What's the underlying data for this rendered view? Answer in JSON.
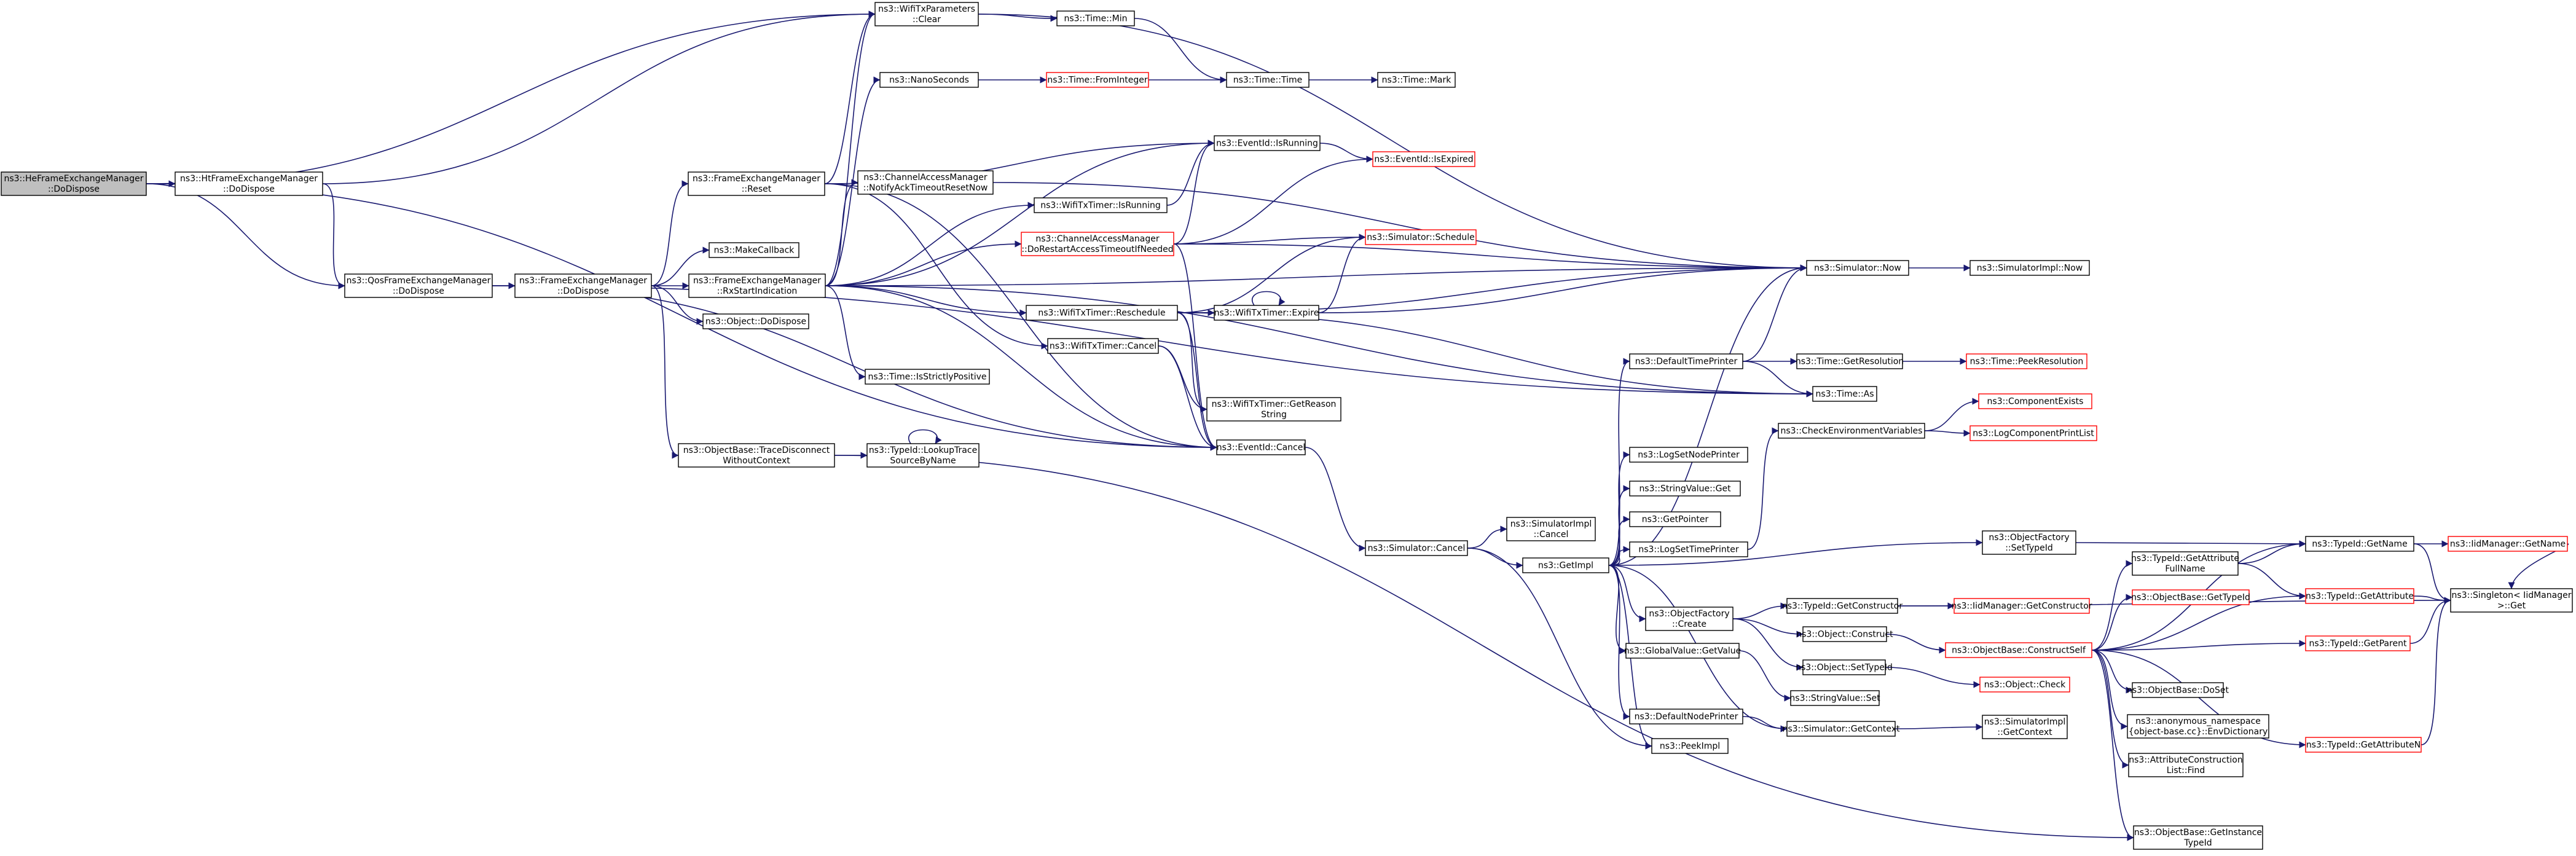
{
  "colors": {
    "edge": "#191970",
    "node_border": "#000000",
    "node_border_truncated": "#ff0000",
    "node_fill": "#ffffff",
    "root_fill": "#bfbfbf",
    "text": "#000000"
  },
  "nodes": [
    {
      "id": "n1",
      "lines": [
        "ns3::HeFrameExchangeManager",
        "::DoDispose"
      ],
      "root": true
    },
    {
      "id": "n2",
      "lines": [
        "ns3::HtFrameExchangeManager",
        "::DoDispose"
      ]
    },
    {
      "id": "n3",
      "lines": [
        "ns3::WifiTxParameters",
        "::Clear"
      ]
    },
    {
      "id": "n4",
      "lines": [
        "ns3::QosFrameExchangeManager",
        "::DoDispose"
      ]
    },
    {
      "id": "n5",
      "lines": [
        "ns3::EventId::Cancel"
      ]
    },
    {
      "id": "n6",
      "lines": [
        "ns3::Simulator::Now"
      ]
    },
    {
      "id": "n7",
      "lines": [
        "ns3::Time::As"
      ]
    },
    {
      "id": "n8",
      "lines": [
        "ns3::Time::Min"
      ]
    },
    {
      "id": "n9",
      "lines": [
        "ns3::Time::Time"
      ]
    },
    {
      "id": "n10",
      "lines": [
        "ns3::Time::Mark"
      ]
    },
    {
      "id": "n11",
      "lines": [
        "ns3::NanoSeconds"
      ]
    },
    {
      "id": "n12",
      "lines": [
        "ns3::Time::FromInteger"
      ],
      "truncated": true
    },
    {
      "id": "n13",
      "lines": [
        "ns3::FrameExchangeManager",
        "::Reset"
      ]
    },
    {
      "id": "n14",
      "lines": [
        "ns3::ChannelAccessManager",
        "::NotifyAckTimeoutResetNow"
      ]
    },
    {
      "id": "n15",
      "lines": [
        "ns3::EventId::IsRunning"
      ]
    },
    {
      "id": "n16",
      "lines": [
        "ns3::EventId::IsExpired"
      ],
      "truncated": true
    },
    {
      "id": "n17",
      "lines": [
        "ns3::WifiTxTimer::IsRunning"
      ]
    },
    {
      "id": "n18",
      "lines": [
        "ns3::ChannelAccessManager",
        "::DoRestartAccessTimeoutIfNeeded"
      ],
      "truncated": true
    },
    {
      "id": "n19",
      "lines": [
        "ns3::Simulator::Schedule"
      ],
      "truncated": true
    },
    {
      "id": "n20",
      "lines": [
        "ns3::MakeCallback"
      ]
    },
    {
      "id": "n21",
      "lines": [
        "ns3::FrameExchangeManager",
        "::DoDispose"
      ]
    },
    {
      "id": "n22",
      "lines": [
        "ns3::FrameExchangeManager",
        "::RxStartIndication"
      ]
    },
    {
      "id": "n23",
      "lines": [
        "ns3::Object::DoDispose"
      ]
    },
    {
      "id": "n24",
      "lines": [
        "ns3::WifiTxTimer::Reschedule"
      ]
    },
    {
      "id": "n25",
      "lines": [
        "ns3::WifiTxTimer::Expire"
      ]
    },
    {
      "id": "n26",
      "lines": [
        "ns3::SimulatorImpl::Now"
      ]
    },
    {
      "id": "n27",
      "lines": [
        "ns3::WifiTxTimer::Cancel"
      ]
    },
    {
      "id": "n28",
      "lines": [
        "ns3::WifiTxTimer::GetReason",
        "String"
      ]
    },
    {
      "id": "n29",
      "lines": [
        "ns3::Time::IsStrictlyPositive"
      ]
    },
    {
      "id": "n30",
      "lines": [
        "ns3::DefaultTimePrinter"
      ]
    },
    {
      "id": "n31",
      "lines": [
        "ns3::Time::GetResolution"
      ]
    },
    {
      "id": "n32",
      "lines": [
        "ns3::Time::PeekResolution"
      ],
      "truncated": true
    },
    {
      "id": "n33",
      "lines": [
        "ns3::ComponentExists"
      ],
      "truncated": true
    },
    {
      "id": "n34",
      "lines": [
        "ns3::CheckEnvironmentVariables"
      ]
    },
    {
      "id": "n35",
      "lines": [
        "ns3::LogComponentPrintList"
      ],
      "truncated": true
    },
    {
      "id": "n36",
      "lines": [
        "ns3::ObjectBase::TraceDisconnect",
        "WithoutContext"
      ]
    },
    {
      "id": "n37",
      "lines": [
        "ns3::TypeId::LookupTrace",
        "SourceByName"
      ]
    },
    {
      "id": "n38",
      "lines": [
        "ns3::LogSetNodePrinter"
      ]
    },
    {
      "id": "n39",
      "lines": [
        "ns3::StringValue::Get"
      ]
    },
    {
      "id": "n40",
      "lines": [
        "ns3::GetPointer"
      ]
    },
    {
      "id": "n41",
      "lines": [
        "ns3::Simulator::Cancel"
      ]
    },
    {
      "id": "n42",
      "lines": [
        "ns3::SimulatorImpl",
        "::Cancel"
      ]
    },
    {
      "id": "n43",
      "lines": [
        "ns3::GetImpl"
      ]
    },
    {
      "id": "n44",
      "lines": [
        "ns3::LogSetTimePrinter"
      ]
    },
    {
      "id": "n45",
      "lines": [
        "ns3::ObjectFactory",
        "::SetTypeId"
      ]
    },
    {
      "id": "n46",
      "lines": [
        "ns3::TypeId::GetName"
      ]
    },
    {
      "id": "n47",
      "lines": [
        "ns3::IidManager::GetName"
      ],
      "truncated": true
    },
    {
      "id": "n48",
      "lines": [
        "ns3::Singleton< IidManager",
        ">::Get"
      ]
    },
    {
      "id": "n49",
      "lines": [
        "ns3::TypeId::GetAttribute",
        "FullName"
      ]
    },
    {
      "id": "n50",
      "lines": [
        "ns3::ObjectBase::GetTypeId"
      ],
      "truncated": true
    },
    {
      "id": "n51",
      "lines": [
        "ns3::TypeId::GetAttribute"
      ],
      "truncated": true
    },
    {
      "id": "n52",
      "lines": [
        "ns3::ObjectFactory",
        "::Create"
      ]
    },
    {
      "id": "n53",
      "lines": [
        "ns3::TypeId::GetConstructor"
      ]
    },
    {
      "id": "n54",
      "lines": [
        "ns3::IidManager::GetConstructor"
      ],
      "truncated": true
    },
    {
      "id": "n55",
      "lines": [
        "ns3::Object::Construct"
      ]
    },
    {
      "id": "n56",
      "lines": [
        "ns3::ObjectBase::ConstructSelf"
      ],
      "truncated": true
    },
    {
      "id": "n57",
      "lines": [
        "ns3::TypeId::GetParent"
      ],
      "truncated": true
    },
    {
      "id": "n58",
      "lines": [
        "ns3::GlobalValue::GetValue"
      ]
    },
    {
      "id": "n59",
      "lines": [
        "ns3::Object::SetTypeId"
      ]
    },
    {
      "id": "n60",
      "lines": [
        "ns3::Object::Check"
      ],
      "truncated": true
    },
    {
      "id": "n61",
      "lines": [
        "ns3::ObjectBase::DoSet"
      ]
    },
    {
      "id": "n62",
      "lines": [
        "ns3::StringValue::Set"
      ]
    },
    {
      "id": "n63",
      "lines": [
        "ns3::anonymous_namespace",
        "{object-base.cc}::EnvDictionary"
      ]
    },
    {
      "id": "n64",
      "lines": [
        "ns3::DefaultNodePrinter"
      ]
    },
    {
      "id": "n65",
      "lines": [
        "ns3::Simulator::GetContext"
      ]
    },
    {
      "id": "n66",
      "lines": [
        "ns3::SimulatorImpl",
        "::GetContext"
      ]
    },
    {
      "id": "n67",
      "lines": [
        "ns3::PeekImpl"
      ]
    },
    {
      "id": "n68",
      "lines": [
        "ns3::AttributeConstruction",
        "List::Find"
      ]
    },
    {
      "id": "n69",
      "lines": [
        "ns3::TypeId::GetAttributeN"
      ],
      "truncated": true
    },
    {
      "id": "n70",
      "lines": [
        "ns3::ObjectBase::GetInstance",
        "TypeId"
      ]
    }
  ],
  "edges": [
    [
      "n1",
      "n2"
    ],
    [
      "n1",
      "n3"
    ],
    [
      "n1",
      "n4"
    ],
    [
      "n1",
      "n5"
    ],
    [
      "n2",
      "n3"
    ],
    [
      "n2",
      "n4"
    ],
    [
      "n3",
      "n8"
    ],
    [
      "n3",
      "n6"
    ],
    [
      "n8",
      "n9"
    ],
    [
      "n9",
      "n10"
    ],
    [
      "n11",
      "n12"
    ],
    [
      "n12",
      "n9"
    ],
    [
      "n4",
      "n21"
    ],
    [
      "n4",
      "n5"
    ],
    [
      "n4",
      "n7"
    ],
    [
      "n21",
      "n13"
    ],
    [
      "n21",
      "n20"
    ],
    [
      "n21",
      "n22"
    ],
    [
      "n21",
      "n23"
    ],
    [
      "n21",
      "n36"
    ],
    [
      "n13",
      "n3"
    ],
    [
      "n13",
      "n15"
    ],
    [
      "n13",
      "n27"
    ],
    [
      "n13",
      "n5"
    ],
    [
      "n22",
      "n11"
    ],
    [
      "n22",
      "n14"
    ],
    [
      "n22",
      "n15"
    ],
    [
      "n22",
      "n17"
    ],
    [
      "n22",
      "n18"
    ],
    [
      "n22",
      "n24"
    ],
    [
      "n22",
      "n29"
    ],
    [
      "n22",
      "n5"
    ],
    [
      "n22",
      "n6"
    ],
    [
      "n22",
      "n3"
    ],
    [
      "n22",
      "n7"
    ],
    [
      "n14",
      "n6"
    ],
    [
      "n17",
      "n15"
    ],
    [
      "n15",
      "n16"
    ],
    [
      "n18",
      "n15"
    ],
    [
      "n18",
      "n16"
    ],
    [
      "n18",
      "n19"
    ],
    [
      "n18",
      "n6"
    ],
    [
      "n18",
      "n5"
    ],
    [
      "n24",
      "n25"
    ],
    [
      "n24",
      "n19"
    ],
    [
      "n24",
      "n6"
    ],
    [
      "n24",
      "n7"
    ],
    [
      "n24",
      "n28"
    ],
    [
      "n24",
      "n5"
    ],
    [
      "n25",
      "n25"
    ],
    [
      "n25",
      "n19"
    ],
    [
      "n25",
      "n6"
    ],
    [
      "n27",
      "n5"
    ],
    [
      "n27",
      "n28"
    ],
    [
      "n6",
      "n26"
    ],
    [
      "n36",
      "n37"
    ],
    [
      "n37",
      "n37"
    ],
    [
      "n36",
      "n70"
    ],
    [
      "n5",
      "n41"
    ],
    [
      "n41",
      "n42"
    ],
    [
      "n41",
      "n43"
    ],
    [
      "n41",
      "n67"
    ],
    [
      "n43",
      "n30"
    ],
    [
      "n43",
      "n38"
    ],
    [
      "n43",
      "n39"
    ],
    [
      "n43",
      "n40"
    ],
    [
      "n43",
      "n44"
    ],
    [
      "n43",
      "n52"
    ],
    [
      "n43",
      "n58"
    ],
    [
      "n43",
      "n64"
    ],
    [
      "n43",
      "n65"
    ],
    [
      "n43",
      "n67"
    ],
    [
      "n43",
      "n6"
    ],
    [
      "n43",
      "n45"
    ],
    [
      "n30",
      "n6"
    ],
    [
      "n30",
      "n31"
    ],
    [
      "n30",
      "n7"
    ],
    [
      "n31",
      "n32"
    ],
    [
      "n44",
      "n34"
    ],
    [
      "n34",
      "n33"
    ],
    [
      "n34",
      "n35"
    ],
    [
      "n45",
      "n46"
    ],
    [
      "n46",
      "n47"
    ],
    [
      "n46",
      "n48"
    ],
    [
      "n47",
      "n48"
    ],
    [
      "n52",
      "n53"
    ],
    [
      "n52",
      "n55"
    ],
    [
      "n52",
      "n59"
    ],
    [
      "n53",
      "n54"
    ],
    [
      "n53",
      "n48"
    ],
    [
      "n55",
      "n56"
    ],
    [
      "n56",
      "n49"
    ],
    [
      "n56",
      "n50"
    ],
    [
      "n56",
      "n51"
    ],
    [
      "n56",
      "n57"
    ],
    [
      "n56",
      "n61"
    ],
    [
      "n56",
      "n63"
    ],
    [
      "n56",
      "n68"
    ],
    [
      "n56",
      "n69"
    ],
    [
      "n56",
      "n70"
    ],
    [
      "n56",
      "n46"
    ],
    [
      "n49",
      "n46"
    ],
    [
      "n49",
      "n51"
    ],
    [
      "n51",
      "n48"
    ],
    [
      "n57",
      "n48"
    ],
    [
      "n69",
      "n48"
    ],
    [
      "n59",
      "n60"
    ],
    [
      "n58",
      "n62"
    ],
    [
      "n64",
      "n65"
    ],
    [
      "n65",
      "n66"
    ]
  ]
}
